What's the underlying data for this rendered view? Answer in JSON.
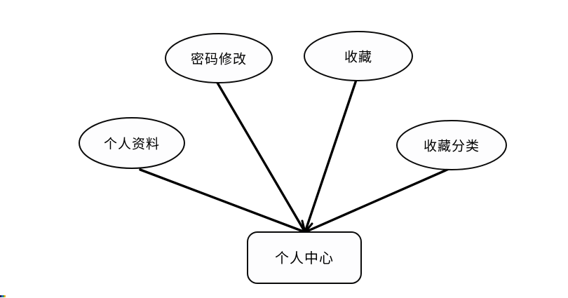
{
  "diagram": {
    "type": "use-case-hierarchy",
    "background_color": "#ffffff",
    "stroke_color": "#000000",
    "node_fill_color": "#fdfdfe",
    "text_color": "#000000",
    "center_node": {
      "label": "个人中心",
      "shape": "rounded-rectangle"
    },
    "leaf_nodes": [
      {
        "id": "profile",
        "label": "个人资料",
        "shape": "ellipse"
      },
      {
        "id": "password",
        "label": "密码修改",
        "shape": "ellipse"
      },
      {
        "id": "favorites",
        "label": "收藏",
        "shape": "ellipse"
      },
      {
        "id": "favorite-categories",
        "label": "收藏分类",
        "shape": "ellipse"
      }
    ],
    "edges": [
      {
        "from": "个人资料",
        "to": "个人中心"
      },
      {
        "from": "密码修改",
        "to": "个人中心"
      },
      {
        "from": "收藏",
        "to": "个人中心"
      },
      {
        "from": "收藏分类",
        "to": "个人中心"
      }
    ]
  },
  "corner_artifact": {
    "description": "tiny colored sliver at bottom-left corner",
    "colors": [
      "#22224c",
      "#2266cc",
      "#43a047",
      "#f9a825"
    ]
  }
}
